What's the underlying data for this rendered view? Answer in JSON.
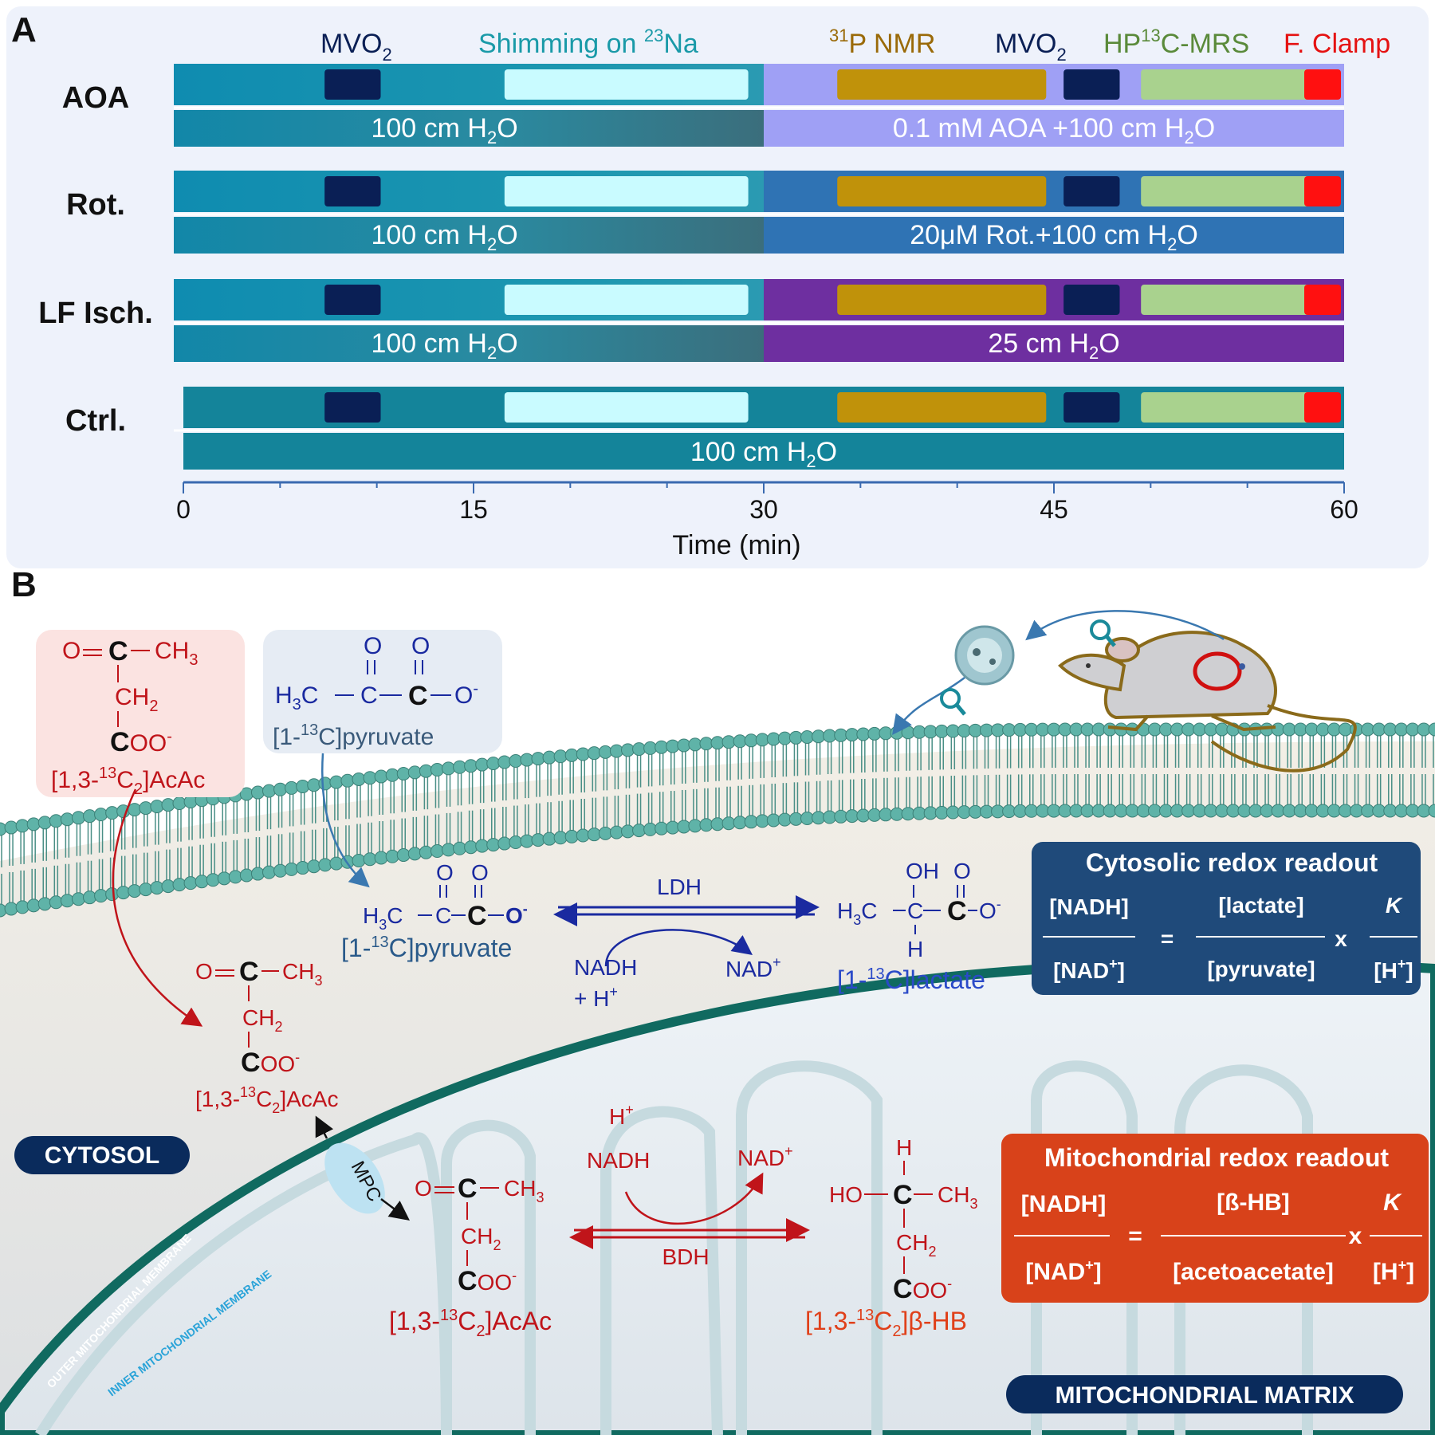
{
  "panelA": {
    "label": "A",
    "legend": {
      "mvo2_a": "MVO",
      "mvo2_sub": "2",
      "shimming": "Shimming on ",
      "shimming_sup": "23",
      "shimming_tail": "Na",
      "p_sup": "31",
      "p_nmr": "P NMR",
      "mvo2_b": "MVO",
      "hp": "HP",
      "hp_sup": "13",
      "hp_tail": "C-MRS",
      "clamp": "F. Clamp"
    },
    "rows": [
      {
        "label": "AOA",
        "pre": "100 cm H",
        "pre_sub": "2",
        "pre_tail": "O",
        "post": "0.1 mM AOA +100 cm H",
        "post_sub": "2",
        "post_tail": "O",
        "color": "#9fa0f5"
      },
      {
        "label": "Rot.",
        "pre": "100 cm H",
        "pre_sub": "2",
        "pre_tail": "O",
        "post": "20μM Rot.+100 cm H",
        "post_sub": "2",
        "post_tail": "O",
        "color": "#2f73b4"
      },
      {
        "label": "LF Isch.",
        "pre": "100 cm H",
        "pre_sub": "2",
        "pre_tail": "O",
        "post": "25 cm H",
        "post_sub": "2",
        "post_tail": "O",
        "color": "#6e2fa0"
      },
      {
        "label": "Ctrl.",
        "pre": "",
        "pre_sub": "",
        "pre_tail": "",
        "post": "100 cm H",
        "post_sub": "2",
        "post_tail": "O",
        "color": "#14849a"
      }
    ],
    "axis": {
      "ticks": [
        "0",
        "15",
        "30",
        "45",
        "60"
      ],
      "title": "Time (min)",
      "range": [
        0,
        60
      ]
    },
    "colors": {
      "base": "#14849a",
      "mvo2": "#0a1f55",
      "shim": "#c9fbff",
      "nmr": "#c0920a",
      "mrs": "#a9d28e",
      "clamp": "#ff1010"
    }
  },
  "panelB": {
    "label": "B",
    "acac_top": {
      "o": "O",
      "c": "C",
      "ch3": "CH",
      "ch3_sub": "3",
      "ch2": "CH",
      "ch2_sub": "2",
      "coo": "C",
      "coo_tail": "OO",
      "coo_sup": "-",
      "name_a": "[1,3-",
      "name_sup": "13",
      "name_b": "C",
      "name_sub": "2",
      "name_c": "]AcAc"
    },
    "pyr_top": {
      "o1": "O",
      "o2": "O",
      "h3c": "H",
      "h3c_sub": "3",
      "h3c_tail": "C",
      "c1": "C",
      "c2": "C",
      "o3": "O",
      "o3_sup": "-",
      "name_a": "[1-",
      "name_sup": "13",
      "name_b": "C]pyruvate"
    },
    "ldh": {
      "enzyme": "LDH",
      "nadh": "NADH",
      "h": "+ H",
      "h_sup": "+",
      "nad": "NAD",
      "nad_sup": "+",
      "pyr_name_a": "[1-",
      "pyr_name_sup": "13",
      "pyr_name_b": "C]pyruvate",
      "lac_name_a": "[1-",
      "lac_name_sup": "13",
      "lac_name_b": "C]lactate",
      "oh": "OH",
      "h_atom": "H"
    },
    "bdh": {
      "enzyme": "BDH",
      "h": "H",
      "h_sup": "+",
      "nadh": "NADH",
      "nad": "NAD",
      "nad_sup": "+",
      "acac_name_a": "[1,3-",
      "acac_name_sup": "13",
      "acac_name_b": "C",
      "acac_name_sub": "2",
      "acac_name_c": "]AcAc",
      "hb_name_a": "[1,3-",
      "hb_name_sup": "13",
      "hb_name_b": "C",
      "hb_name_sub": "2",
      "hb_name_c": "]β-HB",
      "ho": "HO",
      "h_atom": "H"
    },
    "labels": {
      "cytosol": "CYTOSOL",
      "matrix": "MITOCHONDRIAL MATRIX",
      "mpc": "MPC",
      "outer": "OUTER MITOCHONDRIAL MEMBRANE",
      "inner": "INNER MITOCHONDRIAL MEMBRANE"
    },
    "cyto_readout": {
      "title": "Cytosolic redox readout",
      "num1": "[NADH]",
      "den1": "[NAD",
      "den1_sup": "+",
      "den1_tail": "]",
      "eq": "=",
      "num2": "[lactate]",
      "den2": "[pyruvate]",
      "x": "x",
      "num3": "K",
      "den3": "[H",
      "den3_sup": "+",
      "den3_tail": "]"
    },
    "mito_readout": {
      "title": "Mitochondrial redox readout",
      "num1": "[NADH]",
      "den1": "[NAD",
      "den1_sup": "+",
      "den1_tail": "]",
      "eq": "=",
      "num2": "[ß-HB]",
      "den2": "[acetoacetate]",
      "x": "x",
      "num3": "K",
      "den3": "[H",
      "den3_sup": "+",
      "den3_tail": "]"
    },
    "colors": {
      "red": "#c0141a",
      "blue": "#1a2aa0",
      "lipid": "#5fb3a8",
      "readout_blue": "#1f4a7a",
      "readout_red": "#d8421a"
    }
  }
}
